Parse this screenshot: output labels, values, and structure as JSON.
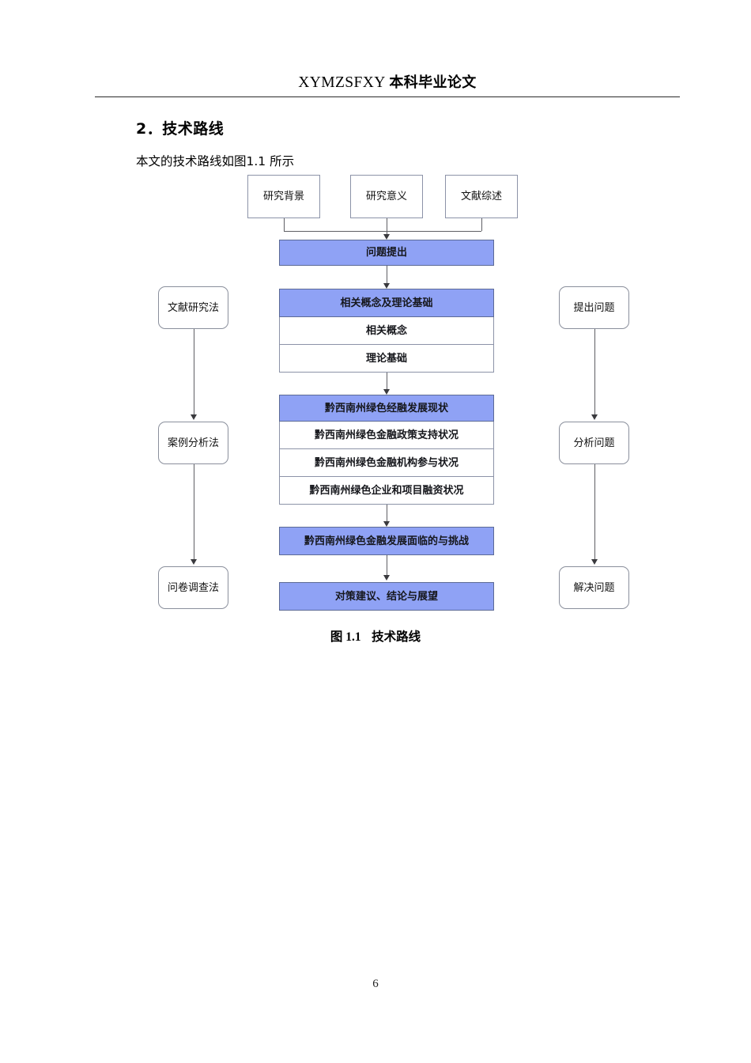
{
  "page": {
    "header_latin": "XYMZSFXY",
    "header_cjk": "本科毕业论文",
    "page_number": "6"
  },
  "section": {
    "heading": "2．技术路线",
    "intro": "本文的技术路线如图1.1 所示"
  },
  "figure": {
    "caption_label": "图 1.1",
    "caption_text": "技术路线",
    "colors": {
      "accent_fill": "#8fa2f5",
      "accent_border": "#5c6a96",
      "plain_border": "#8c93a8",
      "connector": "#5f5f64"
    }
  },
  "diagram": {
    "top_inputs": [
      {
        "label": "研究背景"
      },
      {
        "label": "研究意义"
      },
      {
        "label": "文献综述"
      }
    ],
    "problem_node": {
      "label": "问题提出"
    },
    "group_concepts": {
      "header": "相关概念及理论基础",
      "rows": [
        "相关概念",
        "理论基础"
      ]
    },
    "group_status": {
      "header": "黔西南州绿色经融发展现状",
      "rows": [
        "黔西南州绿色金融政策支持状况",
        "黔西南州绿色金融机构参与状况",
        "黔西南州绿色企业和项目融资状况"
      ]
    },
    "challenges_node": {
      "label": "黔西南州绿色金融发展面临的与挑战"
    },
    "conclusion_node": {
      "label": "对策建议、结论与展望"
    },
    "left_methods": [
      {
        "label": "文献研究法"
      },
      {
        "label": "案例分析法"
      },
      {
        "label": "问卷调查法"
      }
    ],
    "right_stages": [
      {
        "label": "提出问题"
      },
      {
        "label": "分析问题"
      },
      {
        "label": "解决问题"
      }
    ]
  }
}
